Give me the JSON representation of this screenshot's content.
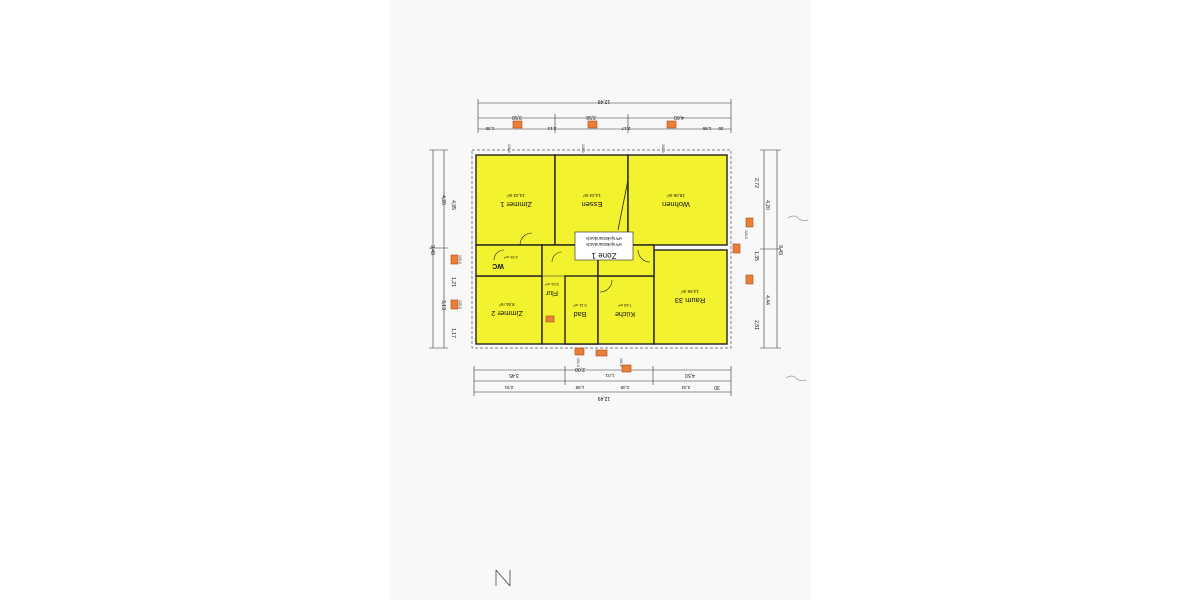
{
  "plan": {
    "zone_label": "Zone 1",
    "zone_sub": "«Projektstandard»",
    "corner_mark": "N",
    "rooms": [
      {
        "id": "zimmer1",
        "name": "Zimmer 1",
        "area": "14,43 m²"
      },
      {
        "id": "essen",
        "name": "Essen",
        "area": "14,24 m²"
      },
      {
        "id": "wohnen",
        "name": "Wohnen",
        "area": "18,06 m²"
      },
      {
        "id": "wc",
        "name": "WC",
        "area": "2,51 m²"
      },
      {
        "id": "flur",
        "name": "Flur",
        "area": "5,01 m²"
      },
      {
        "id": "zimmer2",
        "name": "Zimmer 2",
        "area": "8,91 m²"
      },
      {
        "id": "bad",
        "name": "Bad",
        "area": "5,11 m²"
      },
      {
        "id": "kueche",
        "name": "Küche",
        "area": "7,63 m²"
      },
      {
        "id": "raum33",
        "name": "Raum 33",
        "area": "14,56 m²"
      }
    ],
    "dimensions": {
      "top_total": "12,49",
      "top_segments": [
        "3,50",
        "3,56",
        "4,60"
      ],
      "top_small": [
        "1,30",
        "2,14",
        "2,17",
        "1,86",
        "30"
      ],
      "bottom_total": "12,49",
      "bottom_segments": [
        "3,45",
        "2,00",
        "4,50",
        "30"
      ],
      "bottom_small": [
        "2,91",
        "1,58",
        "1,01",
        "2,49",
        "3,34"
      ],
      "left_total": "9,49",
      "left_segments": [
        "4,95",
        "4,20",
        "3,13",
        "1,21",
        "1,17"
      ],
      "right_total": "9,49",
      "right_segments": [
        "4,20",
        "2,72",
        "4,44",
        "2,81",
        "1,35"
      ]
    },
    "tags": [
      "1",
      "2",
      "3",
      "4",
      "5",
      "6",
      "7",
      "8",
      "9",
      "10",
      "11",
      "12"
    ]
  }
}
